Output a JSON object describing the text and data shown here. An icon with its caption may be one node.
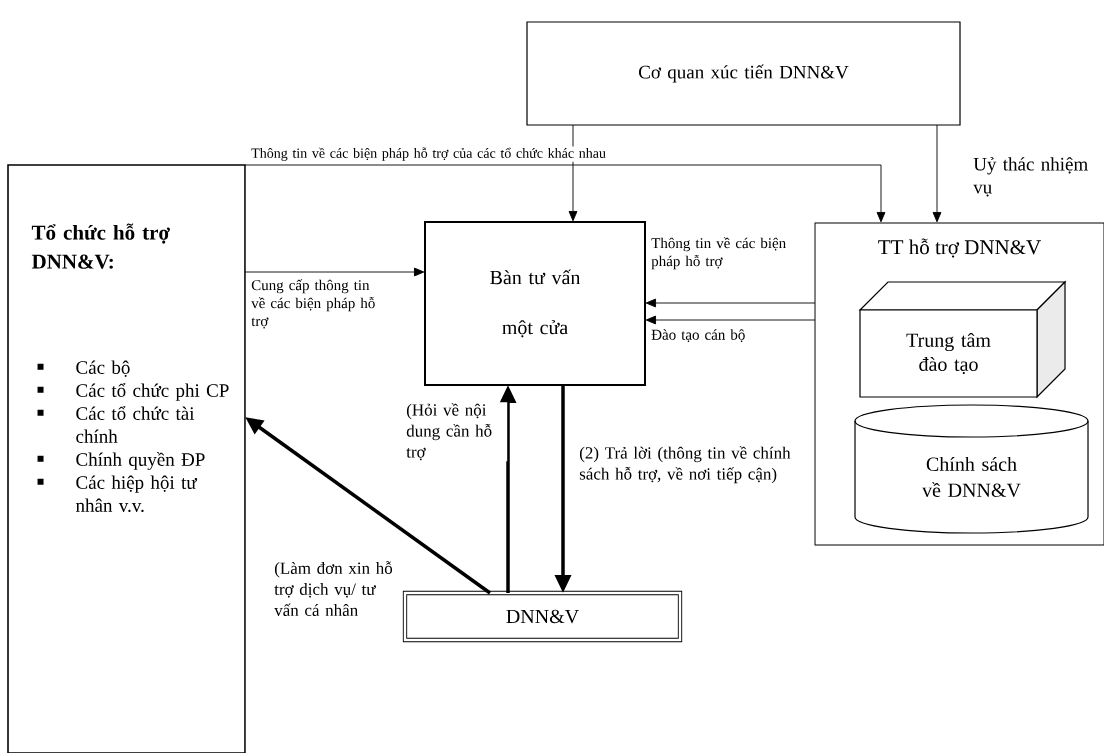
{
  "diagram": {
    "nodes": [
      {
        "text": [
          "Cơ quan xúc tiến DNN&V"
        ]
      },
      {
        "text": [
          "Tổ chức hỗ trợ DNN&V:",
          "Các bộ",
          "Các tổ chức phi CP",
          "Các tổ chức tài chính",
          "Chính quyền ĐP",
          "Các hiệp hội tư nhân v.v."
        ]
      },
      {
        "text": [
          "Bàn tư vấn một cửa"
        ]
      },
      {
        "text": [
          "TT hỗ trợ DNN&V"
        ]
      },
      {
        "text": [
          "Trung tâm đào tạo"
        ],
        "in": 3
      },
      {
        "text": [
          "Chính sách về DNN&V"
        ],
        "in": 3
      },
      {
        "text": [
          "DNN&V"
        ]
      }
    ],
    "edges": [
      {
        "from": 1,
        "to": 3,
        "arrow": "to",
        "label": "Thông tin về các biện pháp hỗ trợ của các tổ chức khác nhau"
      },
      {
        "from": 0,
        "to": 2,
        "arrow": "to"
      },
      {
        "from": 0,
        "to": 3,
        "arrow": "to",
        "label": "Uỷ thác nhiệm vụ"
      },
      {
        "from": 1,
        "to": 2,
        "arrow": "to",
        "label": "Cung cấp thông tin về các biện pháp hỗ trợ"
      },
      {
        "from": 3,
        "to": 2,
        "arrow": "to",
        "label": "Thông tin về các biện pháp hỗ trợ"
      },
      {
        "from": 3,
        "to": 2,
        "arrow": "to",
        "label": "Đào tạo cán bộ"
      },
      {
        "from": 6,
        "to": 2,
        "arrow": "to",
        "style": "thick",
        "label": "(Hỏi về nội dung cần hỗ trợ"
      },
      {
        "from": 2,
        "to": 6,
        "arrow": "to",
        "style": "thick",
        "label": "(2) Trả lời (thông tin về chính sách hỗ trợ, về nơi tiếp cận)"
      },
      {
        "from": 6,
        "to": 1,
        "arrow": "to",
        "style": "thick",
        "label": "(Làm đơn xin hỗ trợ dịch vụ/ tư vấn cá nhân"
      }
    ]
  }
}
